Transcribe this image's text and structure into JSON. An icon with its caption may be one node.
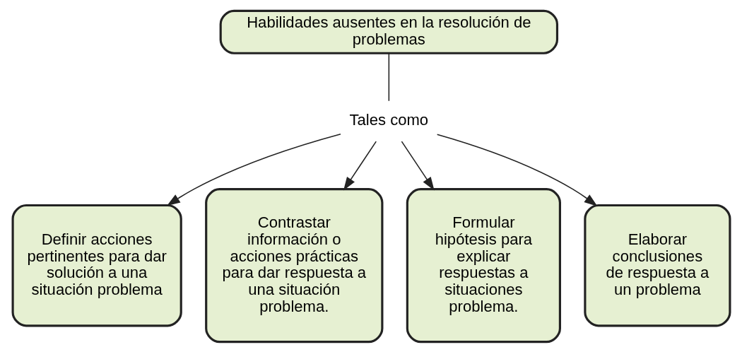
{
  "diagram": {
    "nodes": [
      {
        "text": [
          "Habilidades ausentes en la resolución de problemas"
        ]
      },
      {
        "text": [
          "Tales como"
        ]
      },
      {
        "text": [
          "Definir acciones pertinentes para dar solución a una situación problema"
        ]
      },
      {
        "text": [
          "Contrastar información o acciones prácticas para dar respuesta a una situación problema."
        ]
      },
      {
        "text": [
          "Formular hipótesis para explicar respuestas a situaciones problema."
        ]
      },
      {
        "text": [
          "Elaborar conclusiones de respuesta a un problema"
        ]
      }
    ],
    "edges": [
      {
        "from": 0,
        "to": 1,
        "arrow": "none"
      },
      {
        "from": 1,
        "to": 2,
        "arrow": "to"
      },
      {
        "from": 1,
        "to": 3,
        "arrow": "to"
      },
      {
        "from": 1,
        "to": 4,
        "arrow": "to"
      },
      {
        "from": 1,
        "to": 5,
        "arrow": "to"
      }
    ]
  }
}
